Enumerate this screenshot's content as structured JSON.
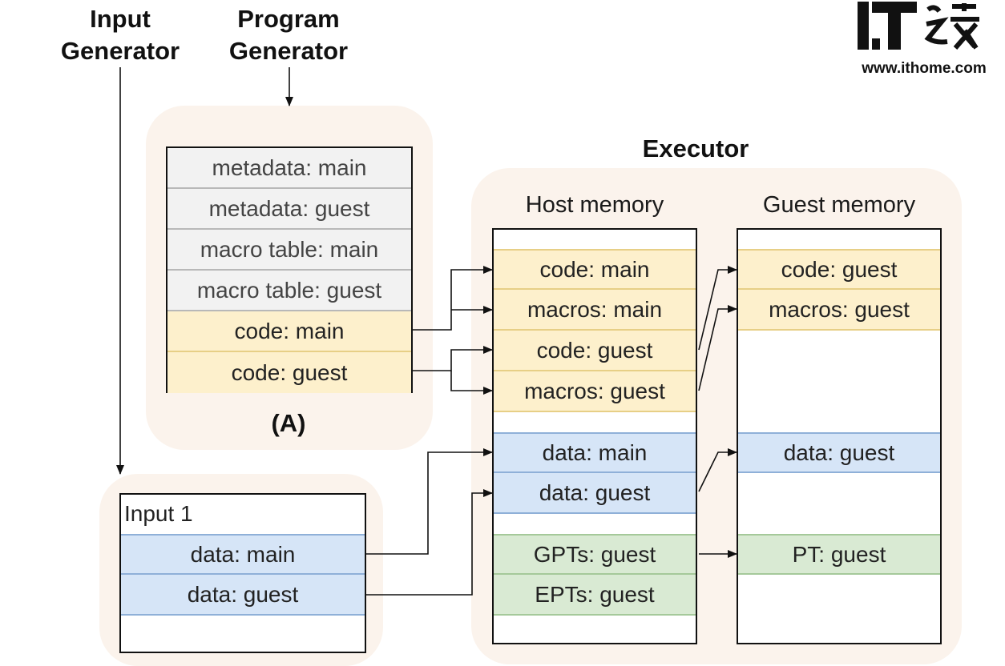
{
  "headings": {
    "input_generator": "Input\nGenerator",
    "program_generator": "Program\nGenerator",
    "executor": "Executor",
    "label_a": "(A)"
  },
  "logo": {
    "mark": "IT之家",
    "url": "www.ithome.com"
  },
  "program": {
    "rows": [
      "metadata: main",
      "metadata: guest",
      "macro table: main",
      "macro table: guest",
      "code: main",
      "code: guest"
    ]
  },
  "input": {
    "title": "Input 1",
    "rows": [
      "data: main",
      "data: guest"
    ]
  },
  "host": {
    "title": "Host memory",
    "code_rows": [
      "code: main",
      "macros: main",
      "code: guest",
      "macros: guest"
    ],
    "data_rows": [
      "data: main",
      "data: guest"
    ],
    "pt_rows": [
      "GPTs: guest",
      "EPTs: guest"
    ]
  },
  "guest": {
    "title": "Guest memory",
    "code_rows": [
      "code: guest",
      "macros: guest"
    ],
    "data_rows": [
      "data: guest"
    ],
    "pt_rows": [
      "PT: guest"
    ]
  }
}
